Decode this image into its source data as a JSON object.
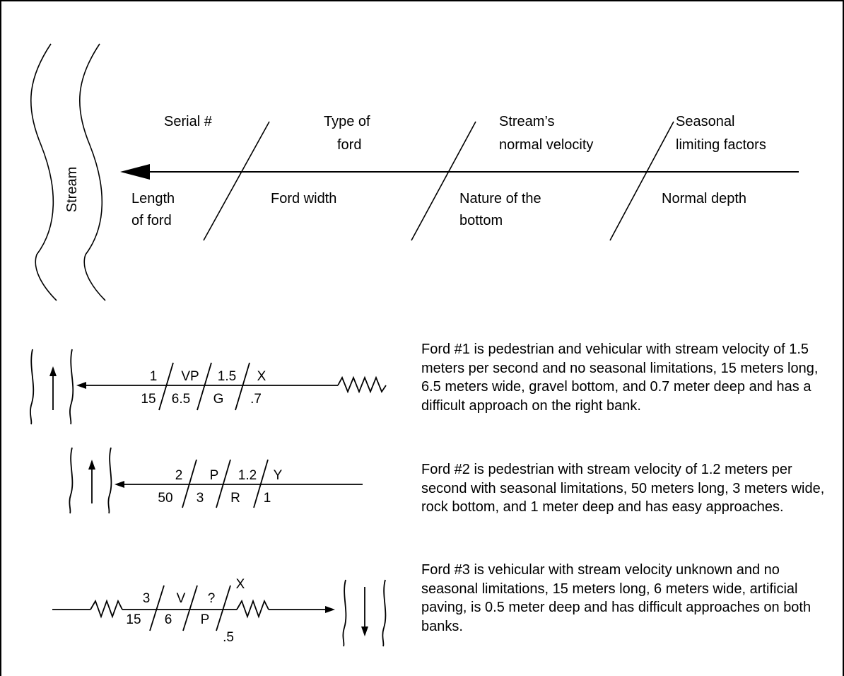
{
  "legend": {
    "stream": "Stream",
    "top": {
      "serial": "Serial #",
      "type_l1": "Type of",
      "type_l2": "ford",
      "velocity_l1": "Stream’s",
      "velocity_l2": "normal velocity",
      "seasonal_l1": "Seasonal",
      "seasonal_l2": "limiting factors"
    },
    "bottom": {
      "length_l1": "Length",
      "length_l2": "of ford",
      "width": "Ford width",
      "nature_l1": "Nature of the",
      "nature_l2": "bottom",
      "depth": "Normal depth"
    }
  },
  "examples": [
    {
      "top": [
        "1",
        "VP",
        "1.5",
        "X"
      ],
      "bottom": [
        "15",
        "6.5",
        "G",
        ".7"
      ]
    },
    {
      "top": [
        "2",
        "P",
        "1.2",
        "Y"
      ],
      "bottom": [
        "50",
        "3",
        "R",
        "1"
      ]
    },
    {
      "top": [
        "3",
        "V",
        "?",
        "X"
      ],
      "bottom": [
        "15",
        "6",
        "P",
        ".5"
      ]
    }
  ],
  "descriptions": [
    "Ford #1 is pedestrian and vehicular with stream velocity of 1.5 meters per second and no seasonal limitations, 15 meters long, 6.5 meters wide, gravel bottom, and 0.7 meter deep and has a difficult approach on the right bank.",
    "Ford #2 is pedestrian with stream velocity of 1.2 meters per second with seasonal limitations, 50 meters long, 3 meters wide, rock bottom, and 1 meter deep and has easy approaches.",
    "Ford #3 is vehicular with stream velocity unknown and no seasonal limitations, 15 meters long, 6 meters wide, artificial paving, is 0.5 meter deep and has difficult approaches on both banks."
  ]
}
